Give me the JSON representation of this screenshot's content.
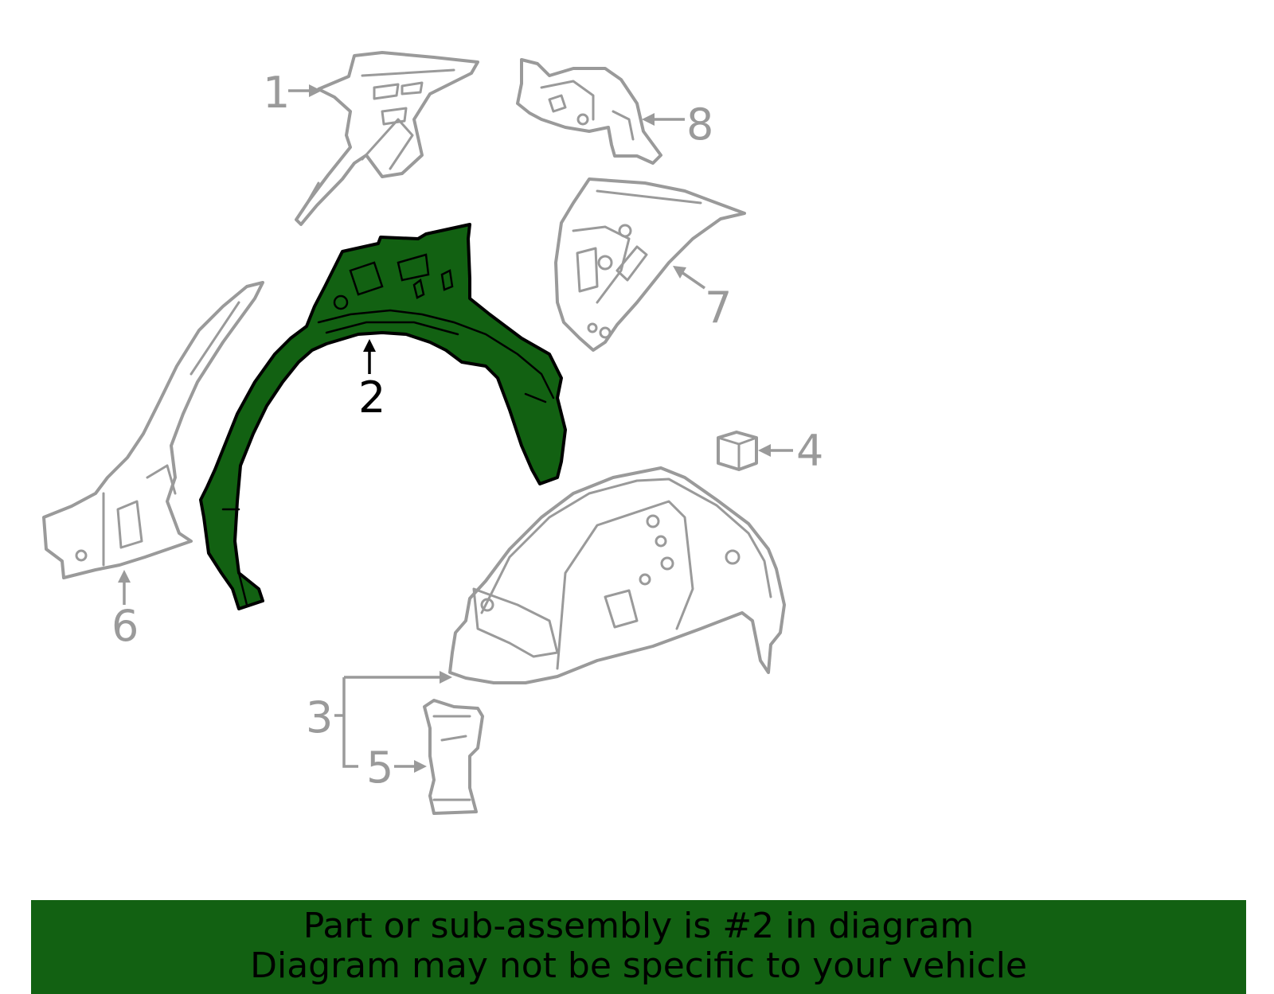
{
  "diagram": {
    "highlighted_part": "2",
    "callouts": [
      {
        "id": "1",
        "label": "1"
      },
      {
        "id": "2",
        "label": "2"
      },
      {
        "id": "3",
        "label": "3"
      },
      {
        "id": "4",
        "label": "4"
      },
      {
        "id": "5",
        "label": "5"
      },
      {
        "id": "6",
        "label": "6"
      },
      {
        "id": "7",
        "label": "7"
      },
      {
        "id": "8",
        "label": "8"
      }
    ],
    "colors": {
      "highlight_fill": "#126112",
      "part_outline": "#9a9a9a",
      "banner_background": "#126112"
    }
  },
  "banner": {
    "line1": "Part or sub-assembly is #2 in diagram",
    "line2": "Diagram may not be specific to your vehicle"
  }
}
